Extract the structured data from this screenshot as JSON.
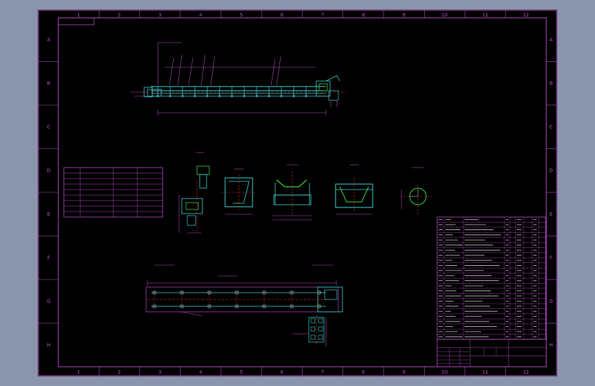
{
  "frame": {
    "columns": [
      "1",
      "2",
      "3",
      "4",
      "5",
      "6",
      "7",
      "8",
      "9",
      "10",
      "11",
      "12"
    ],
    "rows": [
      "A",
      "B",
      "C",
      "D",
      "E",
      "F",
      "G",
      "H"
    ]
  },
  "colors": {
    "background": "#8a95ad",
    "sheet": "#000000",
    "frame": "#c050d0",
    "outline": "#40e0e0",
    "center_line": "#ff3030",
    "dimension": "#c050d0",
    "fill_green": "#40e040",
    "text": "#d0d0d0"
  }
}
